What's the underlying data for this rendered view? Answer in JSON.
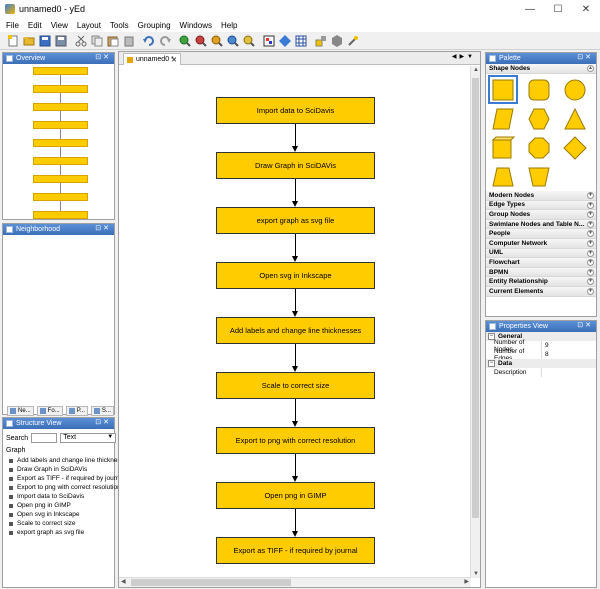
{
  "window": {
    "title": "unnamed0 - yEd",
    "minimize": "—",
    "maximize": "☐",
    "close": "✕"
  },
  "menu": [
    "File",
    "Edit",
    "View",
    "Layout",
    "Tools",
    "Grouping",
    "Windows",
    "Help"
  ],
  "toolbar_icons": [
    "new-file-icon",
    "open-file-icon",
    "save-icon",
    "save-as-icon",
    "cut-icon",
    "copy-icon",
    "paste-icon",
    "delete-icon",
    "undo-icon",
    "redo-icon",
    "zoom-in-icon",
    "zoom-out-icon",
    "zoom-fit-icon",
    "zoom-area-icon",
    "zoom-selection-icon",
    "fit-content-icon",
    "layout-icon",
    "grid-icon",
    "snap-icon",
    "group-icon",
    "properties-icon"
  ],
  "overview": {
    "title": "Overview",
    "node_count": 9
  },
  "neighborhood": {
    "title": "Neighborhood",
    "tabs": [
      "Ne...",
      "Fo...",
      "P...",
      "S..."
    ]
  },
  "structure": {
    "title": "Structure View",
    "search_label": "Search",
    "search_value": "",
    "search_mode": "Text",
    "root": "Graph",
    "items": [
      "Add labels and change line thickness",
      "Draw Graph in SciDAVis",
      "Export as TIFF - if required by journal",
      "Export to png with correct resolution",
      "Import data to SciDavis",
      "Open png in GIMP",
      "Open svg in Inkscape",
      "Scale to correct size",
      "export graph as svg file"
    ]
  },
  "editor": {
    "tab_label": "unnamed0 *",
    "tab_close": "✕",
    "nodes": [
      "Import data to SciDavis",
      "Draw Graph in SciDAVis",
      "export graph as svg file",
      "Open svg in Inkscape",
      "Add labels and change line thicknesses",
      "Scale to correct size",
      "Export to png with correct resolution",
      "Open png in GIMP",
      "Export as TIFF - if required by journal"
    ]
  },
  "palette": {
    "title": "Palette",
    "open_category": "Shape Nodes",
    "categories": [
      "Modern Nodes",
      "Edge Types",
      "Group Nodes",
      "Swimlane Nodes and Table N...",
      "People",
      "Computer Network",
      "UML",
      "Flowchart",
      "BPMN",
      "Entity Relationship",
      "Current Elements"
    ],
    "shape_color": "#ffcc00",
    "shapes": [
      "rectangle",
      "rounded-rectangle",
      "ellipse",
      "parallelogram",
      "hexagon",
      "triangle",
      "rectangle-3d",
      "octagon",
      "diamond",
      "trapezoid",
      "trapezoid-inverted"
    ]
  },
  "properties": {
    "title": "Properties View",
    "groups": [
      {
        "name": "General",
        "rows": [
          {
            "key": "Number of Nodes",
            "value": "9"
          },
          {
            "key": "Number of Edges",
            "value": "8"
          }
        ]
      },
      {
        "name": "Data",
        "rows": [
          {
            "key": "Description",
            "value": ""
          }
        ]
      }
    ]
  },
  "colors": {
    "node_fill": "#ffcc00",
    "node_border": "#333333",
    "panel_header": "#4a7fc8",
    "selection": "#3a7bd5"
  }
}
